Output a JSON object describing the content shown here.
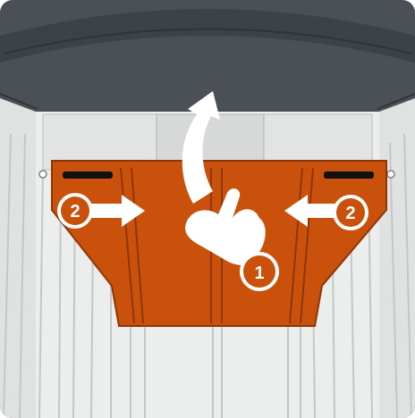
{
  "colors": {
    "dark_housing": "#4a5056",
    "housing_edge": "#2f3439",
    "interior": "#e9ebea",
    "panel": "#c9510c",
    "panel_dark": "#8f3506",
    "white": "#ffffff"
  },
  "steps": {
    "left": "2",
    "right": "2",
    "center": "1"
  }
}
